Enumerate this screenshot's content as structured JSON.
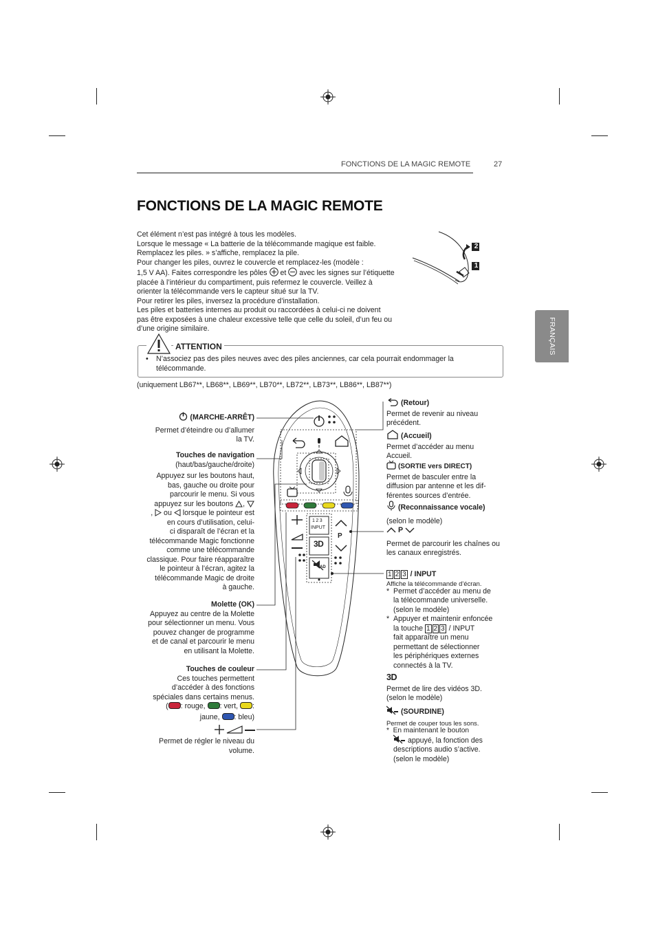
{
  "header": {
    "section": "FONCTIONS DE LA MAGIC REMOTE",
    "page_number": "27"
  },
  "side_tab": "FRANÇAIS",
  "title": "FONCTIONS DE LA MAGIC REMOTE",
  "intro": {
    "l1": "Cet élément n’est pas intégré à tous les modèles.",
    "l2": "Lorsque le message « La batterie de la télécommande magique est faible.",
    "l3": "Remplacez les piles. » s’affiche, remplacez la pile.",
    "l4": "Pour changer les piles, ouvrez le couvercle et remplacez-les (modèle :",
    "l5a": "1,5 V AA). Faites correspondre les pôles",
    "l5b": "et",
    "l5c": "avec les signes sur l’étiquette",
    "l6": "placée à l’intérieur du compartiment, puis refermez le couvercle. Veillez à",
    "l7": "orienter la télécommande vers le capteur situé sur la TV.",
    "l8": "Pour retirer les piles, inversez la procédure d’installation.",
    "l9": "Les piles et batteries internes au produit ou raccordées à celui-ci ne doivent",
    "l10": "pas être exposées à une chaleur excessive telle que celle du soleil, d’un feu ou",
    "l11": "d’une origine similaire."
  },
  "battery_steps": [
    "2",
    "1"
  ],
  "attention": {
    "title": "ATTENTION",
    "bullet": "N’associez pas des piles neuves avec des piles anciennes, car cela pourrait endommager la",
    "bullet2": "télécommande."
  },
  "models": "(uniquement LB67**, LB68**, LB69**, LB70**, LB72**, LB73**, LB86**, LB87**)",
  "left": {
    "power": {
      "title": "(MARCHE-ARRÊT)",
      "l1": "Permet d’éteindre ou d’allumer",
      "l2": "la TV."
    },
    "nav": {
      "title": "Touches de navigation",
      "sub": "(haut/bas/gauche/droite)",
      "l1": "Appuyez sur les boutons haut,",
      "l2": "bas, gauche ou droite pour",
      "l3": "parcourir le menu. Si vous",
      "l4": "appuyez sur les boutons",
      "l5a": ",",
      "l5b": "ou",
      "l5c": "lorsque le pointeur est",
      "l6": "en cours d’utilisation, celui-",
      "l7": "ci disparaît de l’écran et la",
      "l8": "télécommande Magic fonctionne",
      "l9": "comme une télécommande",
      "l10": "classique. Pour faire réapparaître",
      "l11": "le pointeur à l’écran, agitez la",
      "l12": "télécommande Magic de droite",
      "l13": "à gauche."
    },
    "wheel": {
      "title": "Molette (OK)",
      "l1": "Appuyez au centre de la Molette",
      "l2": "pour sélectionner un menu. Vous",
      "l3": "pouvez changer de programme",
      "l4": "et de canal et parcourir le menu",
      "l5": "en utilisant la Molette."
    },
    "color": {
      "title": "Touches de couleur",
      "l1": "Ces touches permettent",
      "l2": "d’accéder à des fonctions",
      "l3": "spéciales dans certains menus.",
      "red": ": rouge,",
      "green": ":  vert,",
      "yellow": ":",
      "yellow2": "jaune,",
      "blue": ": bleu)"
    },
    "volume": {
      "l1": "Permet de régler le niveau du",
      "l2": "volume."
    }
  },
  "right": {
    "back": {
      "title": "(Retour)",
      "l1": "Permet de revenir au niveau",
      "l2": "précédent."
    },
    "home": {
      "title": "(Accueil)",
      "l1": "Permet d’accéder au menu",
      "l2": "Accueil."
    },
    "direct": {
      "title": "(SORTIE vers DIRECT)",
      "l1": "Permet de basculer entre la",
      "l2": "diffusion par antenne et les dif-",
      "l3": "férentes sources d’entrée."
    },
    "voice": {
      "title": "(Reconnaissance vocale)",
      "l1": "(selon le modèle)"
    },
    "channel": {
      "p": "P",
      "l1": "Permet de parcourir les chaînes ou",
      "l2": "les canaux enregistrés."
    },
    "input": {
      "digits": [
        "1",
        "2",
        "3"
      ],
      "title": "/ INPUT",
      "sub": "Affiche la télécommande d’écran.",
      "b1a": "Permet d’accéder au menu de",
      "b1b": "la télécommande universelle.",
      "b1c": "(selon le modèle)",
      "b2a": "Appuyer et maintenir enfoncée",
      "b2b": "la touche",
      "b2c": "/ INPUT",
      "b2d": "fait apparaître un menu",
      "b2e": "permettant de sélectionner",
      "b2f": "les périphériques externes",
      "b2g": "connectés à la TV."
    },
    "td": {
      "label": "3D",
      "l1": "Permet de lire des vidéos 3D.",
      "l2": "(selon le modèle)"
    },
    "mute": {
      "title": "(SOURDINE)",
      "sub": "Permet de couper tous les sons.",
      "b1": "En maintenant le bouton",
      "b2": "appuyé, la fonction des",
      "b3": "descriptions audio s’active.",
      "b4": "(selon le modèle)"
    }
  },
  "remote": {
    "input_label": "INPUT",
    "p_label": "P",
    "td_label": "3D",
    "ad_label": "AD",
    "digits": "123"
  },
  "colors": {
    "red": "#c8243a",
    "green": "#2f7a3a",
    "yellow": "#e8d81c",
    "blue": "#2f56b0",
    "tab": "#8a8a8a"
  }
}
